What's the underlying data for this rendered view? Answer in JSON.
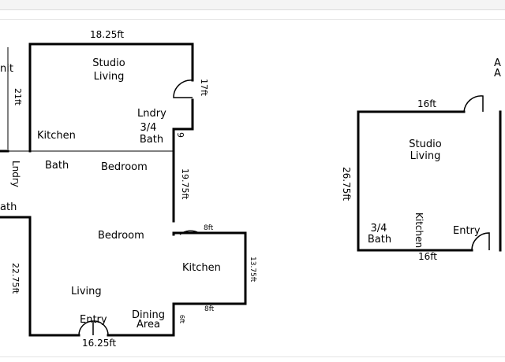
{
  "plan_left": {
    "top_dim": "18.25ft",
    "bottom_dim": "16.25ft",
    "unit_cut": "nit",
    "dim_21": "21ft",
    "dim_17": "17ft",
    "dim_19_75": "19.75ft",
    "dim_22_75": "22.75ft",
    "dim_13_75": "13.75ft",
    "dim_8a": "8ft",
    "dim_8b": "8ft",
    "dim_6": "6ft",
    "dim_9": "9",
    "studio_line1": "Studio",
    "studio_line2": "Living",
    "lndry_top": "Lndry",
    "bath34_line1": "3/4",
    "bath34_line2": "Bath",
    "kitchen_upper": "Kitchen",
    "lndry_side": "Lndry",
    "bath_mid": "Bath",
    "bedroom_upper": "Bedroom",
    "bath_cut": "ath",
    "bedroom_lower": "Bedroom",
    "kitchen_lower": "Kitchen",
    "living": "Living",
    "dining_line1": "Dining",
    "dining_line2": "Area",
    "entry": "Entry"
  },
  "plan_right": {
    "top_dim": "16ft",
    "bottom_dim": "16ft",
    "side_dim": "26.75ft",
    "studio_line1": "Studio",
    "studio_line2": "Living",
    "bath34_line1": "3/4",
    "bath34_line2": "Bath",
    "kitchen": "Kitchen",
    "entry": "Entry",
    "cut_a1": "A",
    "cut_a2": "A"
  }
}
